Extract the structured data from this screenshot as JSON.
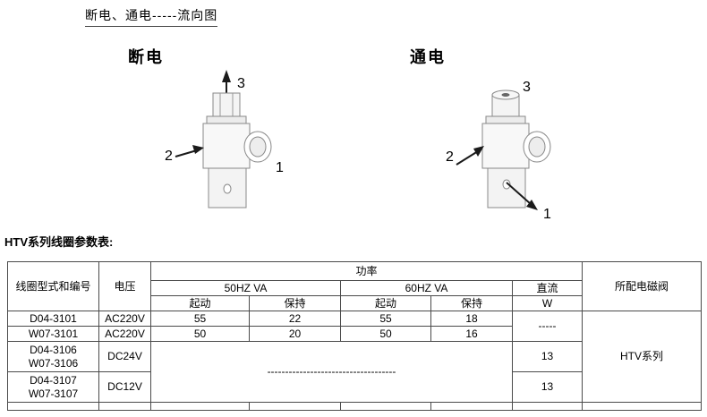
{
  "page": {
    "title": "断电、通电-----流向图"
  },
  "diagrams": {
    "left": {
      "label": "断电",
      "port1": "1",
      "port2": "2",
      "port3": "3"
    },
    "right": {
      "label": "通电",
      "port1": "1",
      "port2": "2",
      "port3": "3"
    }
  },
  "table": {
    "caption": "HTV系列线圈参数表:",
    "headers": {
      "coil": "线圈型式和编号",
      "voltage": "电压",
      "power": "功率",
      "hz50": "50HZ VA",
      "hz60": "60HZ VA",
      "dc": "直流",
      "dc_unit": "W",
      "start50": "起动",
      "hold50": "保持",
      "start60": "起动",
      "hold60": "保持",
      "valve": "所配电磁阀"
    },
    "dc_dash": "-----",
    "long_dash": "------------------------------------",
    "valve_series": "HTV系列",
    "rows": [
      {
        "model": "D04-3101",
        "voltage": "AC220V",
        "start50": "55",
        "hold50": "22",
        "start60": "55",
        "hold60": "18"
      },
      {
        "model": "W07-3101",
        "voltage": "AC220V",
        "start50": "50",
        "hold50": "20",
        "start60": "50",
        "hold60": "16"
      },
      {
        "model": "D04-3106\nW07-3106",
        "voltage": "DC24V",
        "w": "13"
      },
      {
        "model": "D04-3107\nW07-3107",
        "voltage": "DC12V",
        "w": "13"
      }
    ]
  }
}
